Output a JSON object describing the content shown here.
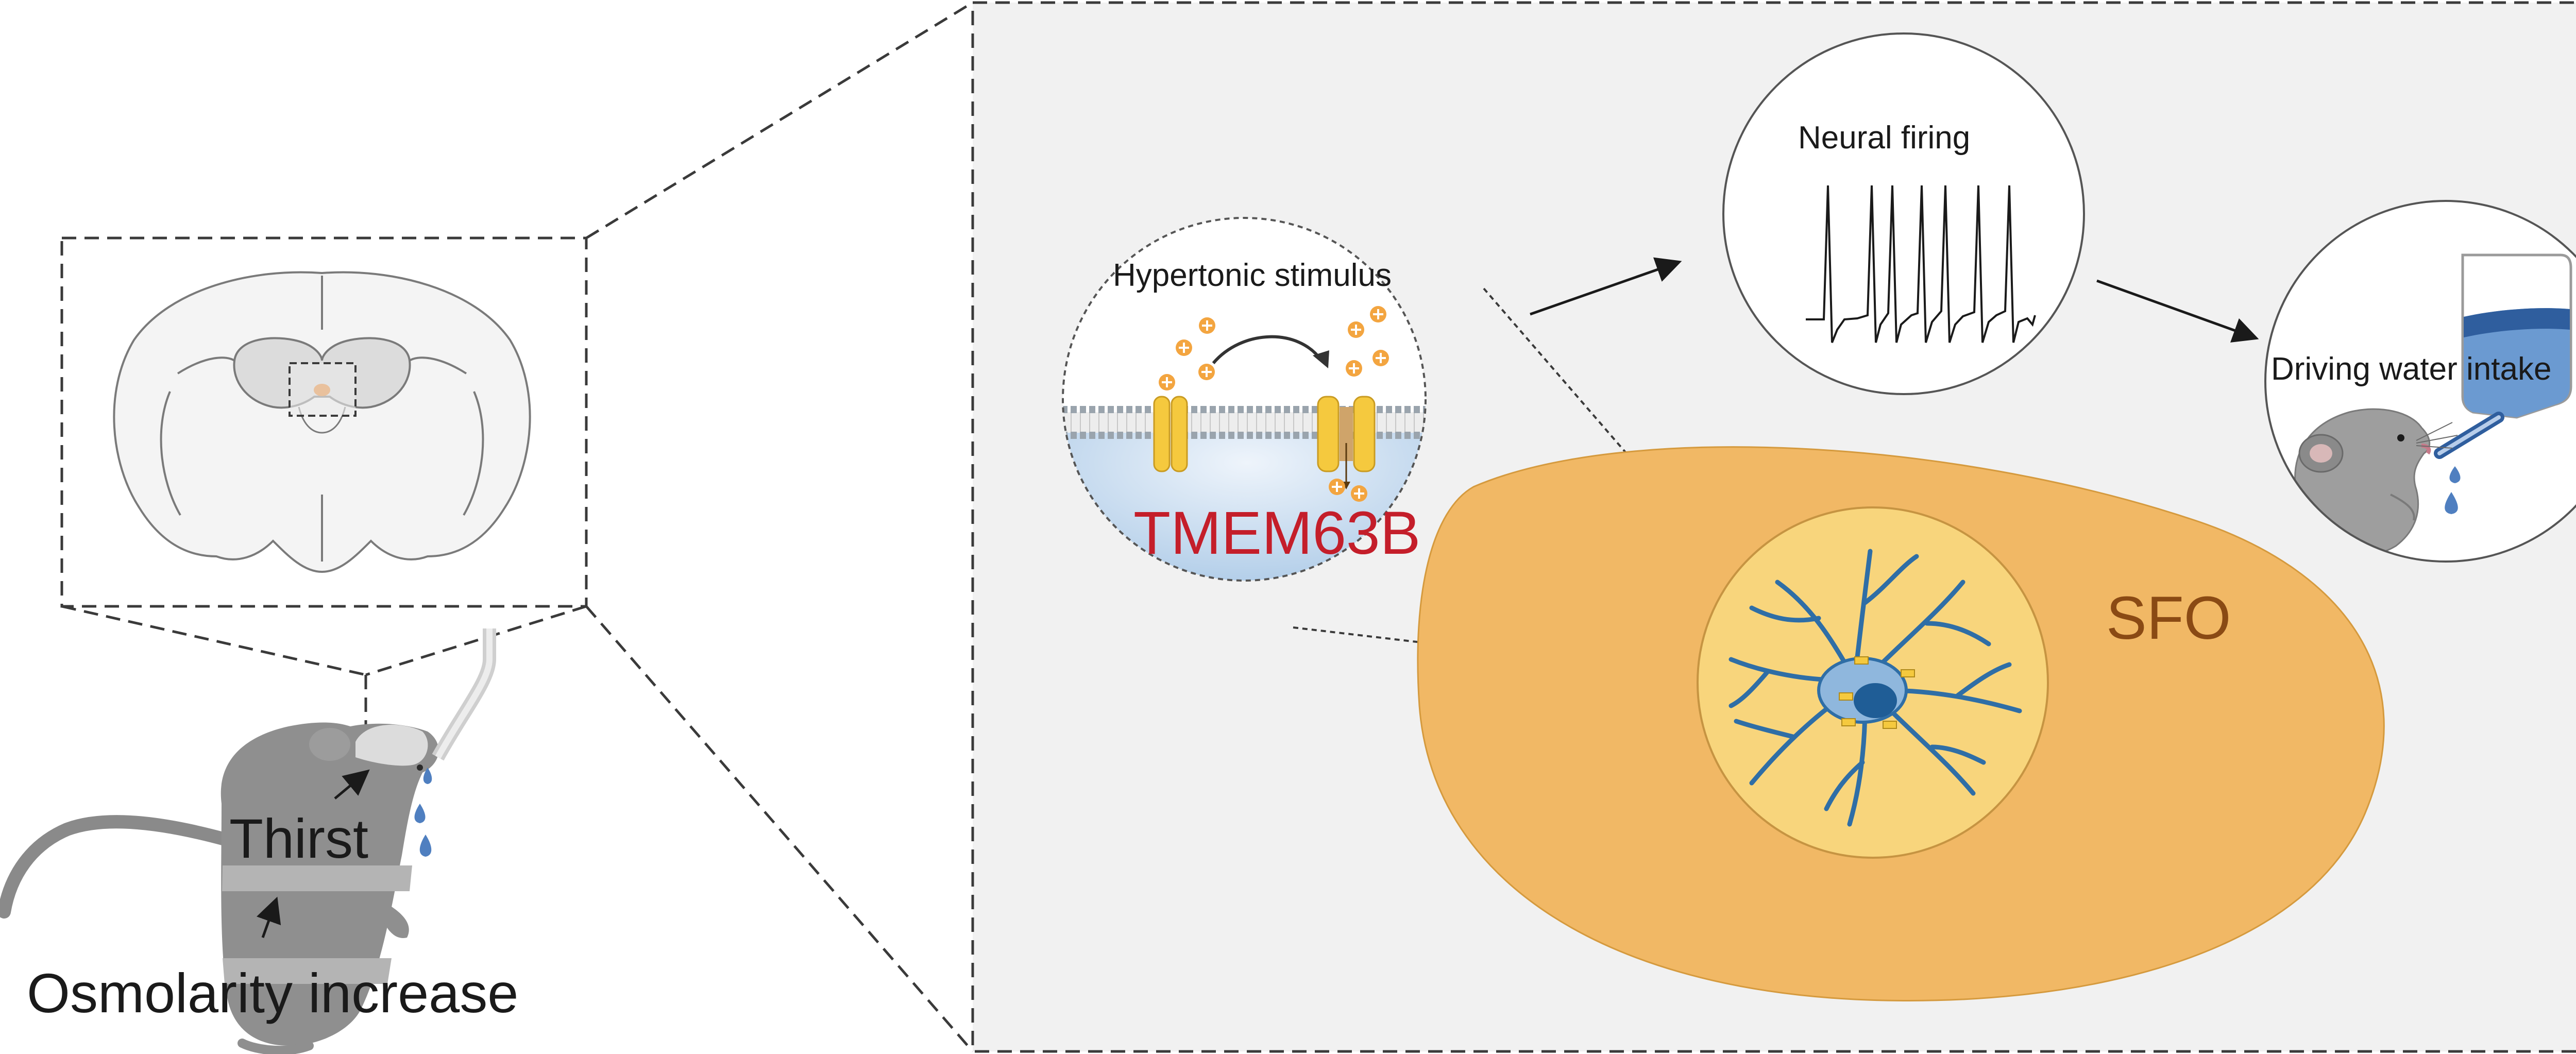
{
  "labels": {
    "hypertonic": "Hypertonic stimulus",
    "protein": "TMEM63B",
    "neural_firing": "Neural firing",
    "water_intake": "Driving water intake",
    "sfo": "SFO",
    "thirst": "Thirst",
    "osmolarity": "Osmolarity increase"
  },
  "colors": {
    "panel_bg": "#f1f1f1",
    "dash": "#3a3a3a",
    "sfo_outer": "#f1b865",
    "sfo_inner": "#f8d57c",
    "sfo_text": "#8a4a14",
    "protein_text": "#c41e2a",
    "channel": "#f5c93e",
    "ion": "#f3a540",
    "neuron": "#2f6ea6",
    "water": "#4f7fc0",
    "mouse": "#8a8a8a"
  }
}
